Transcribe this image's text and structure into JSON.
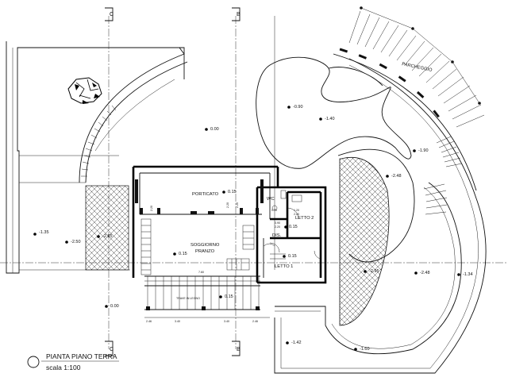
{
  "drawing": {
    "title": "PIANTA PIANO TERRA",
    "scale": "scala 1:100"
  },
  "section_marks": [
    {
      "id": "top-c",
      "letter": "C"
    },
    {
      "id": "top-b",
      "letter": "B"
    },
    {
      "id": "bot-c",
      "letter": "C"
    },
    {
      "id": "bot-b",
      "letter": "B"
    }
  ],
  "rooms": {
    "porticato": "PORTICATO",
    "soggiorno": "SOGGIORNO",
    "pranzo": "PRANZO",
    "wc": "WC",
    "letto2": "LETTO 2",
    "letto1": "LETTO 1",
    "dis": "DIS.",
    "parcheggio": "PARCHEGGIO",
    "trave": "TRAVE IN LEGNO"
  },
  "levels": [
    {
      "id": "l000a",
      "text": "0.00"
    },
    {
      "id": "l090",
      "text": "-0.90"
    },
    {
      "id": "l140a",
      "text": "-1.40"
    },
    {
      "id": "l190",
      "text": "-1.90"
    },
    {
      "id": "l248a",
      "text": "-2.48"
    },
    {
      "id": "l015a",
      "text": "0.15"
    },
    {
      "id": "l015b",
      "text": "0.15"
    },
    {
      "id": "l015c",
      "text": "0.15"
    },
    {
      "id": "l015d",
      "text": "0.15"
    },
    {
      "id": "l015e",
      "text": "0.15"
    },
    {
      "id": "l135",
      "text": "-1.35"
    },
    {
      "id": "l250",
      "text": "-2.50"
    },
    {
      "id": "l285",
      "text": "-2.85"
    },
    {
      "id": "l000b",
      "text": "0.00"
    },
    {
      "id": "l295",
      "text": "-2.95"
    },
    {
      "id": "l248b",
      "text": "-2.48"
    },
    {
      "id": "l134",
      "text": "-1.34"
    },
    {
      "id": "l142",
      "text": "-1.42"
    },
    {
      "id": "l160",
      "text": "-1.60"
    }
  ],
  "dims": {
    "letto2_w": "1.20",
    "letto2_h": "2.20",
    "dis_w": "0.90",
    "dis_h": "2.20",
    "wc_w": "0.70",
    "port_a": "2.20",
    "port_b": "2.20",
    "port_c": "2.20",
    "bottom_a": "2.46",
    "bottom_b": "3.40",
    "bottom_c": "3.40",
    "bottom_d": "2.46",
    "mid": "7.60"
  }
}
